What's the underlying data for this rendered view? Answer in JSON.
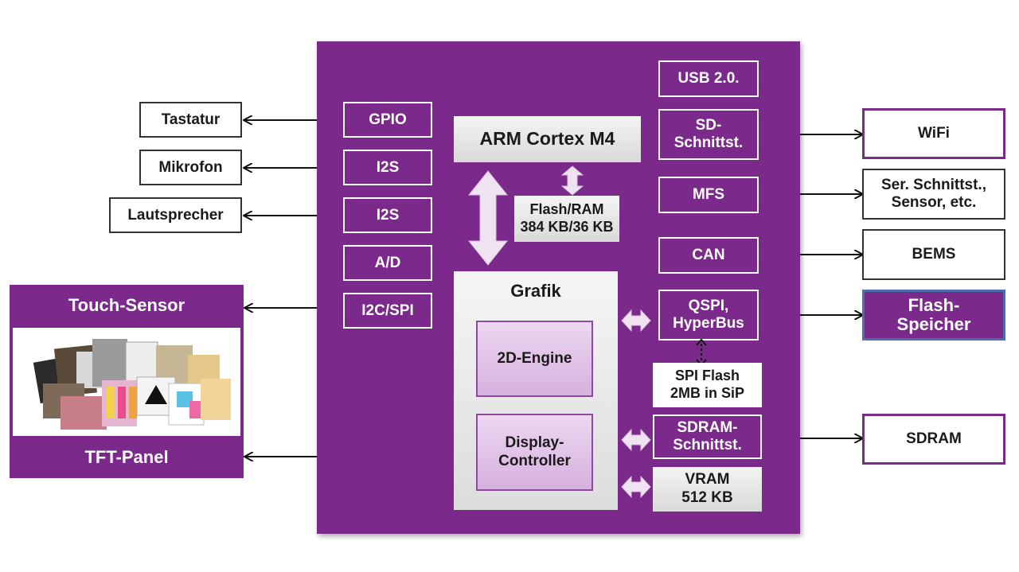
{
  "chip": {
    "cpu": "ARM Cortex M4",
    "memory": "Flash/RAM\n384 KB/36 KB",
    "graphics": "Grafik",
    "engine_2d": "2D-Engine",
    "display_controller": "Display-\nController",
    "left_pins": [
      "GPIO",
      "I2S",
      "I2S",
      "A/D",
      "I2C/SPI"
    ],
    "right_pins": {
      "usb": "USB 2.0.",
      "sd": "SD-\nSchnittst.",
      "mfs": "MFS",
      "can": "CAN",
      "qspi": "QSPI,\nHyperBus",
      "spi_flash": "SPI Flash\n2MB in SiP",
      "sdram_if": "SDRAM-\nSchnittst.",
      "vram": "VRAM\n512 KB"
    }
  },
  "external_left": {
    "tastatur": "Tastatur",
    "mikrofon": "Mikrofon",
    "lautsprecher": "Lautsprecher",
    "touch_sensor": "Touch-Sensor",
    "tft_panel": "TFT-Panel"
  },
  "external_right": {
    "wifi": "WiFi",
    "serial": "Ser. Schnittst.,\nSensor, etc.",
    "bems": "BEMS",
    "flash_speicher": "Flash-\nSpeicher",
    "sdram": "SDRAM"
  },
  "colors": {
    "chip_purple": "#7b2a8c",
    "lavender": "#d6b1df",
    "grey_box": "#e3e3e3"
  }
}
